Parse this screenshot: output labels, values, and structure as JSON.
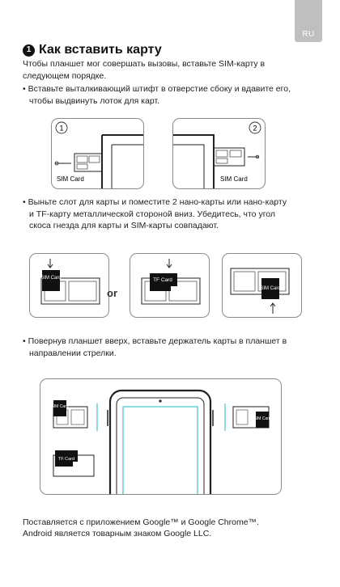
{
  "lang_tab": "RU",
  "section": {
    "number": "1",
    "title": "Как вставить карту",
    "intro": "Чтобы планшет мог совершать вызовы, вставьте SIM-карту в следующем порядке."
  },
  "steps": [
    {
      "text": "• Вставьте выталкивающий штифт в отверстие сбоку и вдавите его, чтобы выдвинуть лоток для карт."
    },
    {
      "text": "• Выньте слот для карты и поместите 2 нано-карты или нано-карту и TF-карту металлической стороной вниз. Убедитесь, что угол скоса гнезда для карты и SIM-карты совпадают."
    },
    {
      "text": "• Повернув планшет вверх, вставьте держатель карты в планшет в направлении стрелки."
    }
  ],
  "figure1": {
    "left_number": "1",
    "right_number": "2",
    "left_caption": "SIM Card",
    "right_caption": "SIM Card"
  },
  "figure2": {
    "card_a": "SIM Card",
    "card_b": "TF Card",
    "card_c": "SIM Card",
    "or_label": "or"
  },
  "figure3": {
    "card_sim_left": "SIM Card",
    "card_tf": "TF Card",
    "card_sim_right": "SIM Card"
  },
  "footer": {
    "line1": "Поставляется с приложением Google™ и Google Chrome™.",
    "line2": "Android является товарным знаком Google LLC."
  }
}
